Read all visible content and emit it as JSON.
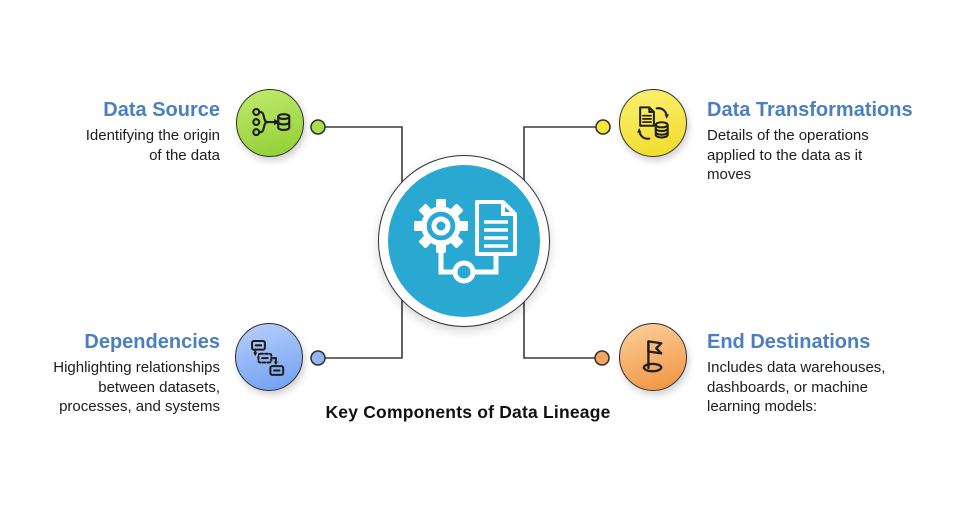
{
  "diagram_title": "Key Components of Data Lineage",
  "center_hub": {
    "icon": "gear-document-icon",
    "color": "#29A9D2"
  },
  "style": {
    "heading_color": "#4A7FC1",
    "connector_line_color": "#3B3B3B",
    "body_text_color": "#1C1C1C"
  },
  "components": [
    {
      "id": "data-source",
      "label": "Data Source",
      "description": "Identifying the origin of the data",
      "icon": "source-collection-icon",
      "position": "top-left",
      "color_light": "#C2EA6E",
      "color_dark": "#8FCE34",
      "dot_color": "#A8E04F"
    },
    {
      "id": "data-transformations",
      "label": "Data Transformations",
      "description": "Details of the operations applied to the data as it moves",
      "icon": "document-database-sync-icon",
      "position": "top-right",
      "color_light": "#FAF173",
      "color_dark": "#F1DA28",
      "dot_color": "#F4E63E"
    },
    {
      "id": "dependencies",
      "label": "Dependencies",
      "description": "Highlighting relationships between datasets, processes, and systems",
      "icon": "dependency-flowchart-icon",
      "position": "bottom-left",
      "color_light": "#BACFFA",
      "color_dark": "#6E9FF1",
      "dot_color": "#90B6F3"
    },
    {
      "id": "end-destinations",
      "label": "End Destinations",
      "description": "Includes data warehouses, dashboards, or machine learning models:",
      "icon": "flag-icon",
      "position": "bottom-right",
      "color_light": "#FBD09C",
      "color_dark": "#F2923E",
      "dot_color": "#F6A55E"
    }
  ]
}
